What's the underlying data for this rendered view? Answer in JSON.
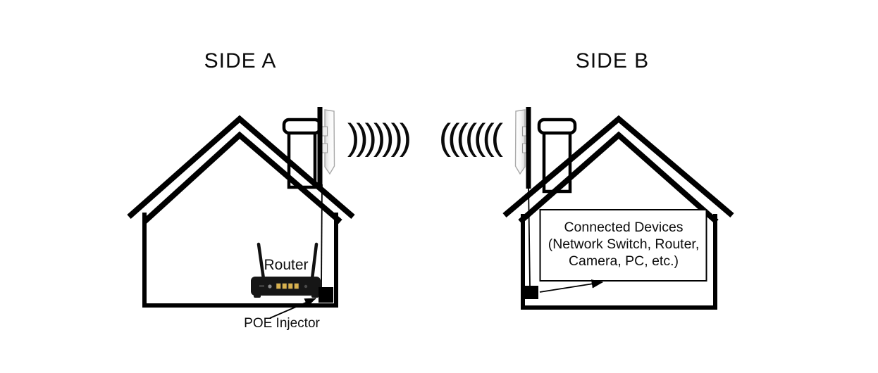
{
  "diagram": {
    "side_a": {
      "title": "SIDE A",
      "waves": ")))))))",
      "router_label": "Router",
      "poe_label": "POE Injector"
    },
    "side_b": {
      "title": "SIDE B",
      "waves": "(((((((",
      "connected_devices_line1": "Connected Devices",
      "connected_devices_line2": "(Network Switch, Router,",
      "connected_devices_line3": "Camera, PC, etc.)"
    },
    "colors": {
      "line": "#000000",
      "background": "#ffffff",
      "router_body": "#161616",
      "port_accent": "#d8b14e",
      "antenna_panel_edge": "#a8a8a8"
    }
  }
}
